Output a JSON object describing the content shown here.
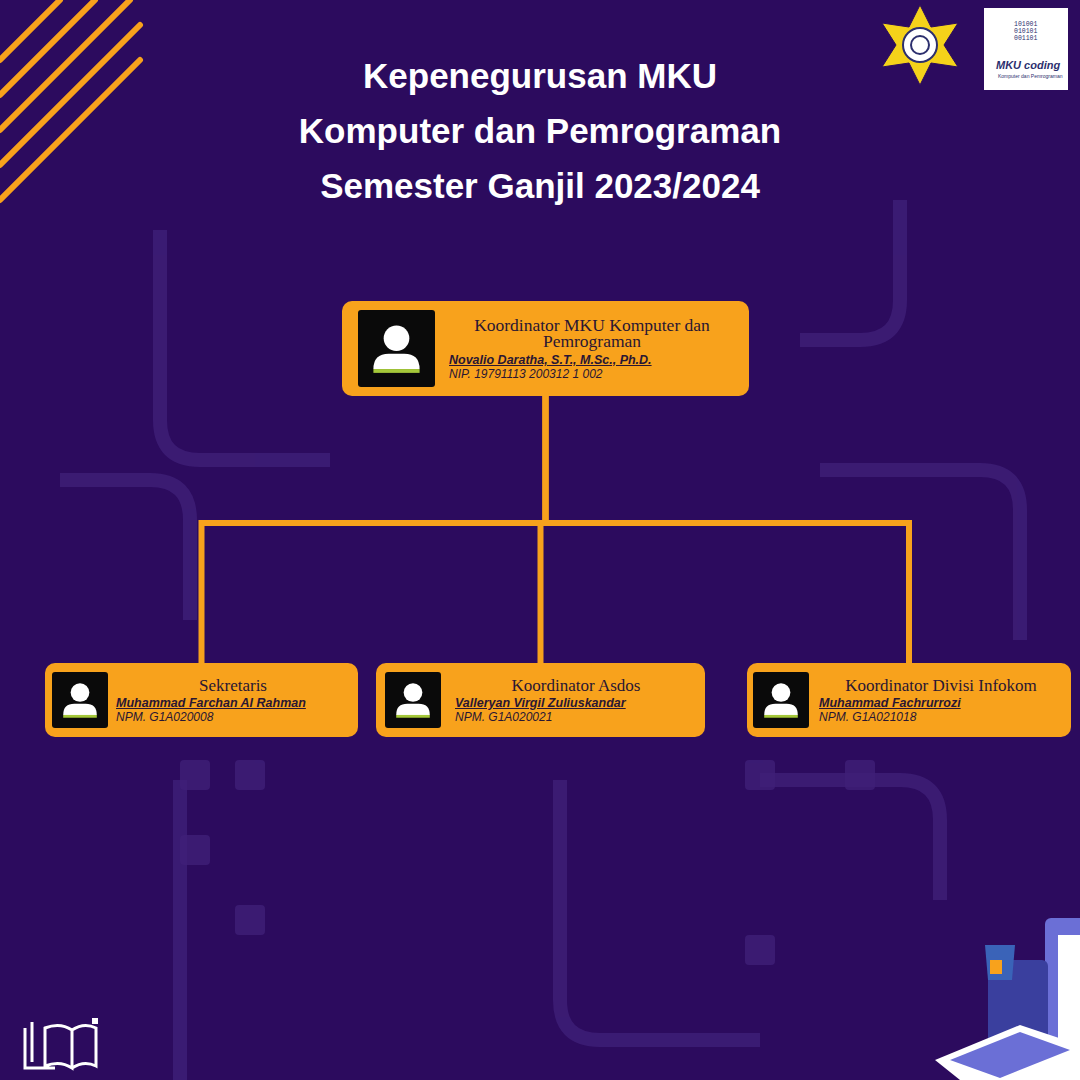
{
  "diagram": {
    "title": "Kepenegurusan MKU Komputer dan Pemrograman Semester Ganjil 2023/2024",
    "nodes": [
      {
        "text": [
          "Koordinator MKU Komputer dan Pemrograman",
          "Novalio Daratha, S.T., M.Sc., Ph.D.",
          "NIP. 19791113 200312 1 002"
        ]
      },
      {
        "text": [
          "Sekretaris",
          "Muhammad Farchan Al Rahman",
          "NPM. G1A020008"
        ]
      },
      {
        "text": [
          "Koordinator Asdos",
          "Valleryan Virgil Zuliuskandar",
          "NPM. G1A020021"
        ]
      },
      {
        "text": [
          "Koordinator Divisi Infokom",
          "Muhammad Fachrurrozi",
          "NPM. G1A021018"
        ]
      }
    ],
    "edges": [
      {
        "from": 0,
        "to": 1,
        "arrow": "none"
      },
      {
        "from": 0,
        "to": 2,
        "arrow": "none"
      },
      {
        "from": 0,
        "to": 3,
        "arrow": "none"
      }
    ],
    "labels": [
      "101001",
      "010101",
      "001101",
      "MKU coding",
      "Komputer dan Pemrograman"
    ]
  }
}
